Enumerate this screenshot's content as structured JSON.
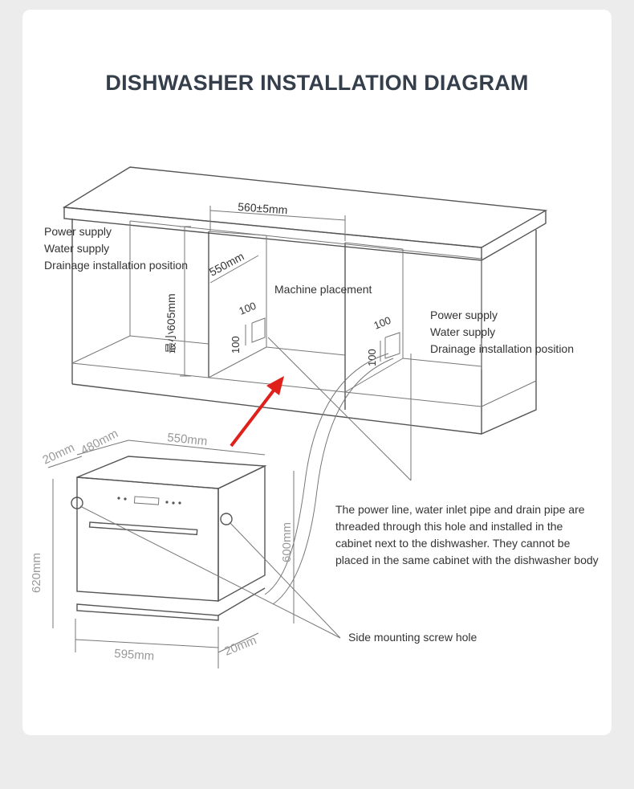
{
  "title": "DISHWASHER INSTALLATION DIAGRAM",
  "cabinet": {
    "width_label": "560±5mm",
    "depth_label": "550mm",
    "height_label": "最小605mm",
    "hole_w_left": "100",
    "hole_h_left": "100",
    "hole_w_right": "100",
    "hole_h_right": "100",
    "machine_placement": "Machine placement"
  },
  "left_notes": [
    "Power supply",
    "Water supply",
    "Drainage installation position"
  ],
  "right_notes": [
    "Power supply",
    "Water supply",
    "Drainage installation position"
  ],
  "dishwasher": {
    "dim_20_top": "20mm",
    "dim_480": "480mm",
    "dim_550": "550mm",
    "dim_620": "620mm",
    "dim_600": "600mm",
    "dim_595": "595mm",
    "dim_20_bottom": "20mm"
  },
  "notes": {
    "pipe_note": [
      "The power line, water inlet pipe and drain pipe are",
      "threaded through this hole and installed in the",
      "cabinet next to the dishwasher. They cannot be",
      "placed in the same cabinet with the dishwasher body"
    ],
    "screw_note": "Side mounting screw hole"
  },
  "colors": {
    "arrow": "#e0201a",
    "title": "#353f4b"
  }
}
